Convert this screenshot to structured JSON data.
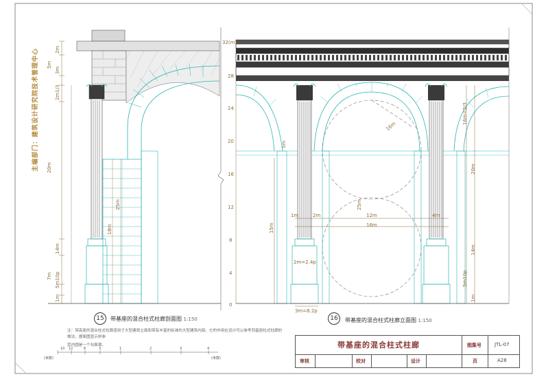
{
  "organization": "主编部门：建筑设计研究院技术管理中心",
  "section_view": {
    "number": "15",
    "caption": "带基座的混合柱式柱廊剖面图",
    "scale": "1:150",
    "dims_left": [
      "2m",
      "5m",
      "3m",
      "2m1/3",
      "20m",
      "14m",
      "7m",
      "5m10p",
      "1m"
    ],
    "dims_inner": [
      "25m",
      "18m"
    ]
  },
  "elevation_view": {
    "number": "16",
    "caption": "带基座的混合柱式柱廊立面图",
    "scale": "1:150",
    "height_ticks": [
      "32(m)",
      "28",
      "24",
      "20",
      "16",
      "12",
      "8",
      "4",
      "0"
    ],
    "dims": [
      "16m",
      "25m",
      "12m",
      "16m",
      "1m",
      "4m",
      "2m",
      "5m",
      "15m",
      "2m=2.4p",
      "3m=8.2p",
      "16m=2/3",
      "20m",
      "5m10p",
      "14m",
      "1m"
    ]
  },
  "notes": {
    "line1": "注：带高座的混合柱式柱廊适用于大型建筑立面和带有丰富的标准的大型建筑内部。它的作用在设计可以参考同基座柱式柱廊的做法，据面图显示拼参",
    "line2": "其内圆是一个句面罩。"
  },
  "scale_bar": {
    "ticks": [
      "10",
      "12",
      "6",
      "3",
      "1",
      "2",
      "3",
      "4"
    ],
    "unit_left": "(米数)",
    "unit_right": "(米数)"
  },
  "title_block": {
    "title": "带基座的混合柱式柱廊",
    "atlas_label": "图集号",
    "atlas_value": "JTL-07",
    "review_label": "审核",
    "check_label": "校对",
    "design_label": "设计",
    "page_label": "页",
    "page_value": "A28"
  },
  "colors": {
    "drawing": "#4a4a4a",
    "construction": "#2ab3b3",
    "dims": "#8a6a3a",
    "border": "#555555"
  }
}
